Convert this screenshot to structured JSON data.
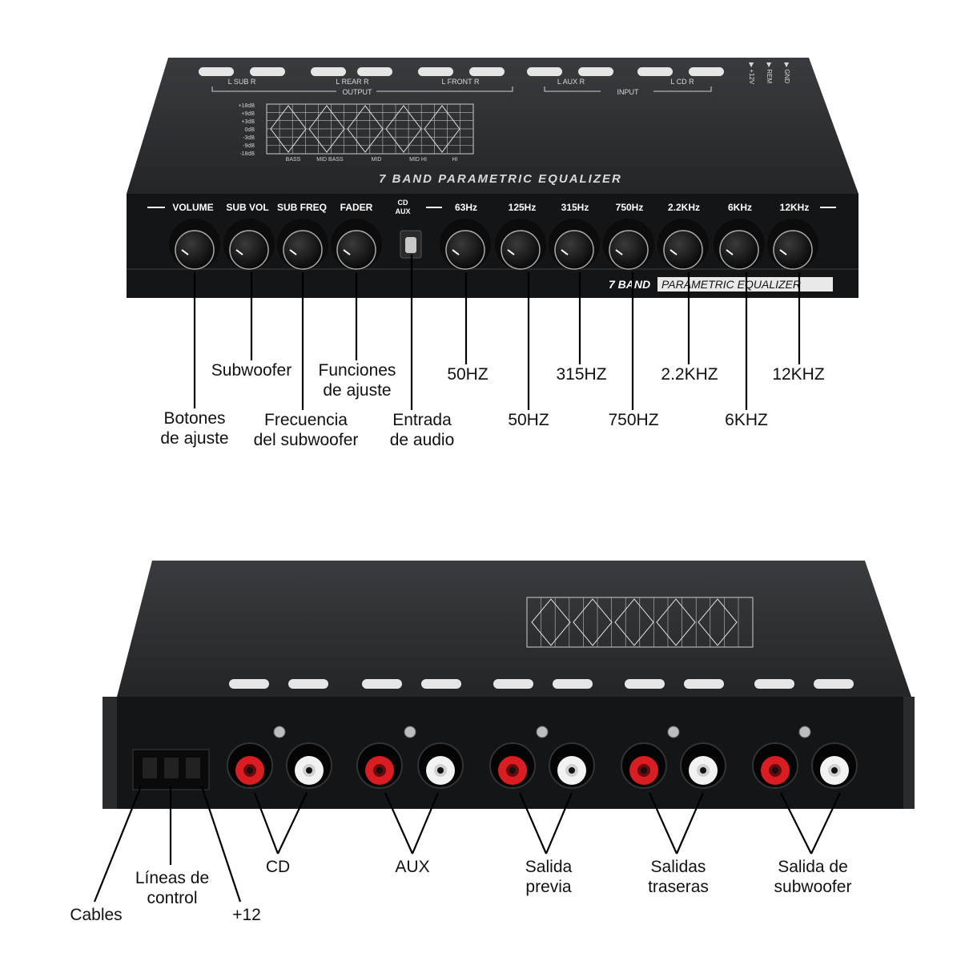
{
  "device": {
    "top_title": "7 BAND PARAMETRIC EQUALIZER",
    "face_badge_bold": "7 BAND",
    "face_badge_rest": "PARAMETRIC EQUALIZER",
    "top_port_groups": [
      {
        "label": "L  SUB  R"
      },
      {
        "label": "L  REAR  R"
      },
      {
        "label": "L  FRONT  R"
      },
      {
        "label": "L  AUX  R"
      },
      {
        "label": "L  CD  R"
      }
    ],
    "output_label": "OUTPUT",
    "input_label": "INPUT",
    "power_labels": [
      "+12V",
      "REM",
      "GND"
    ],
    "db_scale": [
      "+18dB",
      "+9dB",
      "+3dB",
      "0dB",
      "-3dB",
      "-9dB",
      "-18dB"
    ],
    "band_names": [
      "BASS",
      "MID BASS",
      "MID",
      "MID HI",
      "HI"
    ],
    "knob_labels": [
      "VOLUME",
      "SUB VOL",
      "SUB FREQ",
      "FADER"
    ],
    "switch_labels": [
      "CD",
      "AUX"
    ],
    "band_labels": [
      "63Hz",
      "125Hz",
      "315Hz",
      "750Hz",
      "2.2KHz",
      "6KHz",
      "12KHz"
    ]
  },
  "top_callouts": {
    "botones": "Botones\nde ajuste",
    "subwoofer": "Subwoofer",
    "frecuencia": "Frecuencia\ndel subwoofer",
    "funciones": "Funciones\nde ajuste",
    "entrada": "Entrada\nde audio",
    "hz50a": "50HZ",
    "hz50b": "50HZ",
    "hz315": "315HZ",
    "hz750": "750HZ",
    "khz22": "2.2KHZ",
    "khz6": "6KHZ",
    "khz12": "12KHZ"
  },
  "bottom_callouts": {
    "cables": "Cables",
    "lineas": "Líneas de\ncontrol",
    "plus12": "+12",
    "cd": "CD",
    "aux": "AUX",
    "previa": "Salida\nprevia",
    "traseras": "Salidas\ntraseras",
    "subwoofer": "Salida de\nsubwoofer"
  },
  "colors": {
    "body": "#2e2f31",
    "face": "#141516",
    "rca_red": "#d81e22",
    "rca_white": "#f2f2f2",
    "line": "#000000"
  }
}
